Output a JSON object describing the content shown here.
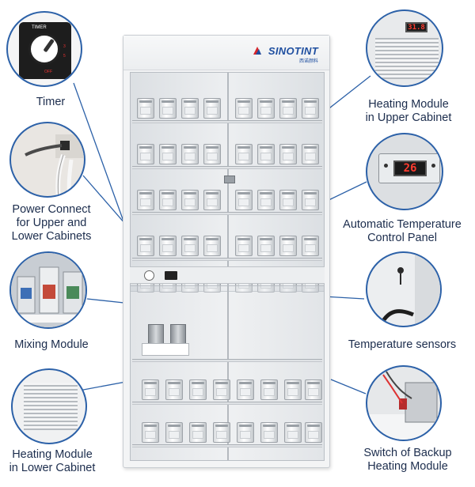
{
  "brand": {
    "name": "SINOTINT",
    "sub_text": "西诺颜料"
  },
  "timer_dial": {
    "title": "TIMER",
    "marks": [
      "3",
      "5",
      "OFF"
    ]
  },
  "temperature_display": {
    "upper_module_reading": "31.8",
    "control_panel_reading": "26"
  },
  "callouts": {
    "timer": "Timer",
    "power_connect": [
      "Power Connect",
      "for Upper and",
      "Lower Cabinets"
    ],
    "mixing_module": "Mixing Module",
    "heating_lower": [
      "Heating Module",
      "in Lower Cabinet"
    ],
    "heating_upper": [
      "Heating Module",
      "in Upper Cabinet"
    ],
    "temp_control": [
      "Automatic Temperature",
      "Control Panel"
    ],
    "temp_sensors": "Temperature sensors",
    "backup_switch": [
      "Switch of Backup",
      "Heating Module"
    ]
  },
  "colors": {
    "callout_line": "#2c61a8",
    "label_text": "#1c2d4d",
    "brand": "#1f4fa0",
    "display_red": "#ff3b2f"
  }
}
